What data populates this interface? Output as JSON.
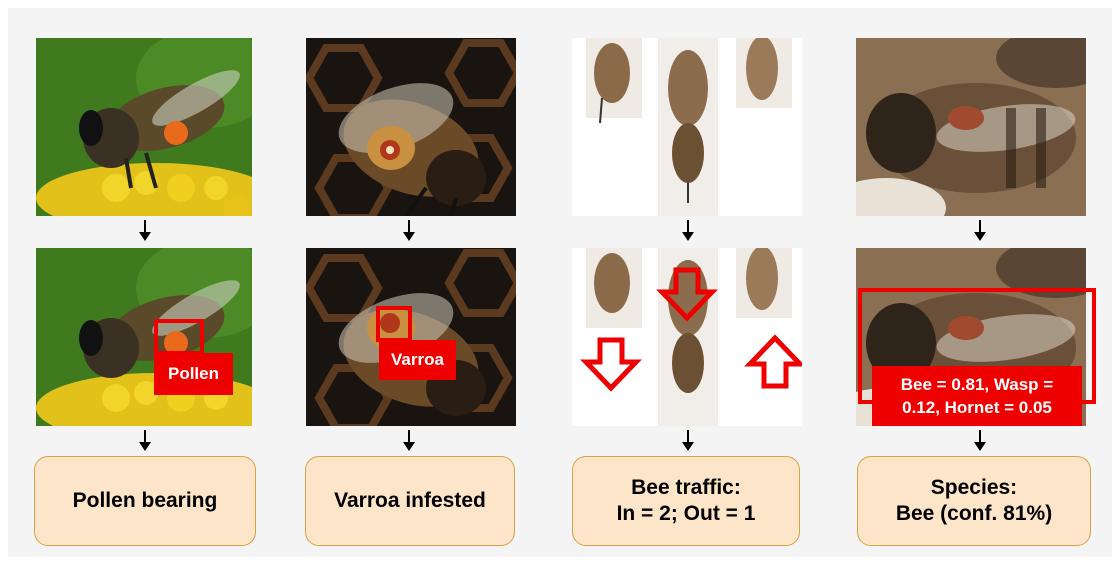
{
  "columns": [
    {
      "id": "pollen",
      "annotation": "Pollen",
      "result_lines": [
        "Pollen bearing"
      ]
    },
    {
      "id": "varroa",
      "annotation": "Varroa",
      "result_lines": [
        "Varroa infested"
      ]
    },
    {
      "id": "traffic",
      "annotation": "",
      "result_lines": [
        "Bee traffic:",
        "In = 2; Out = 1"
      ]
    },
    {
      "id": "species",
      "annotation_lines": [
        "Bee = 0.81, Wasp =",
        "0.12, Hornet = 0.05"
      ],
      "result_lines": [
        "Species:",
        "Bee (conf. 81%)"
      ]
    }
  ],
  "colors": {
    "annotation_red": "#ee0000",
    "result_fill": "#fce5c8",
    "result_border": "#d9a24a",
    "panel_bg": "#f4f4f4"
  }
}
